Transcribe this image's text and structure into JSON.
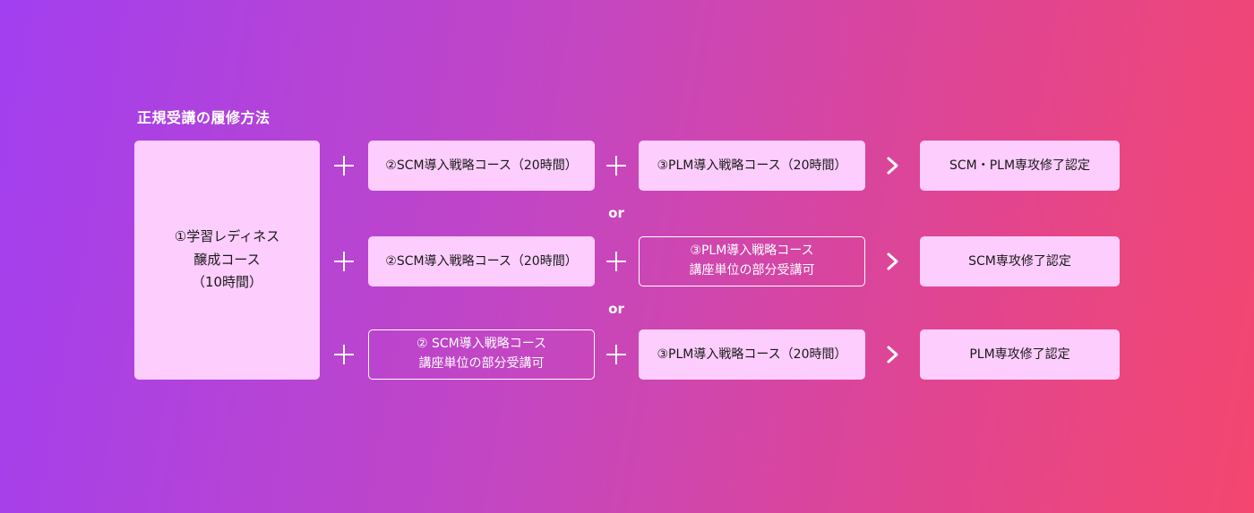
{
  "heading": "正規受講の履修方法",
  "readiness": {
    "line1": "①学習レディネス",
    "line2": "醸成コース",
    "line3": "（10時間）"
  },
  "row1": {
    "scm": "②SCM導入戦略コース（20時間）",
    "plm": "③PLM導入戦略コース（20時間）",
    "result": "SCM・PLM専攻修了認定"
  },
  "row2": {
    "scm": "②SCM導入戦略コース（20時間）",
    "plm_line1": "③PLM導入戦略コース",
    "plm_line2": "講座単位の部分受講可",
    "result": "SCM専攻修了認定"
  },
  "row3": {
    "scm_line1": "② SCM導入戦略コース",
    "scm_line2": "講座単位の部分受講可",
    "plm": "③PLM導入戦略コース（20時間）",
    "result": "PLM専攻修了認定"
  },
  "separators": {
    "or1": "or",
    "or2": "or"
  },
  "colors": {
    "box_fill": "#fdcdfd",
    "outline": "#ffffff",
    "gradient_start": "#a23ff0",
    "gradient_end": "#f4466f"
  },
  "icons": {
    "plus": "plus-icon",
    "arrow": "chevron-right-icon"
  }
}
